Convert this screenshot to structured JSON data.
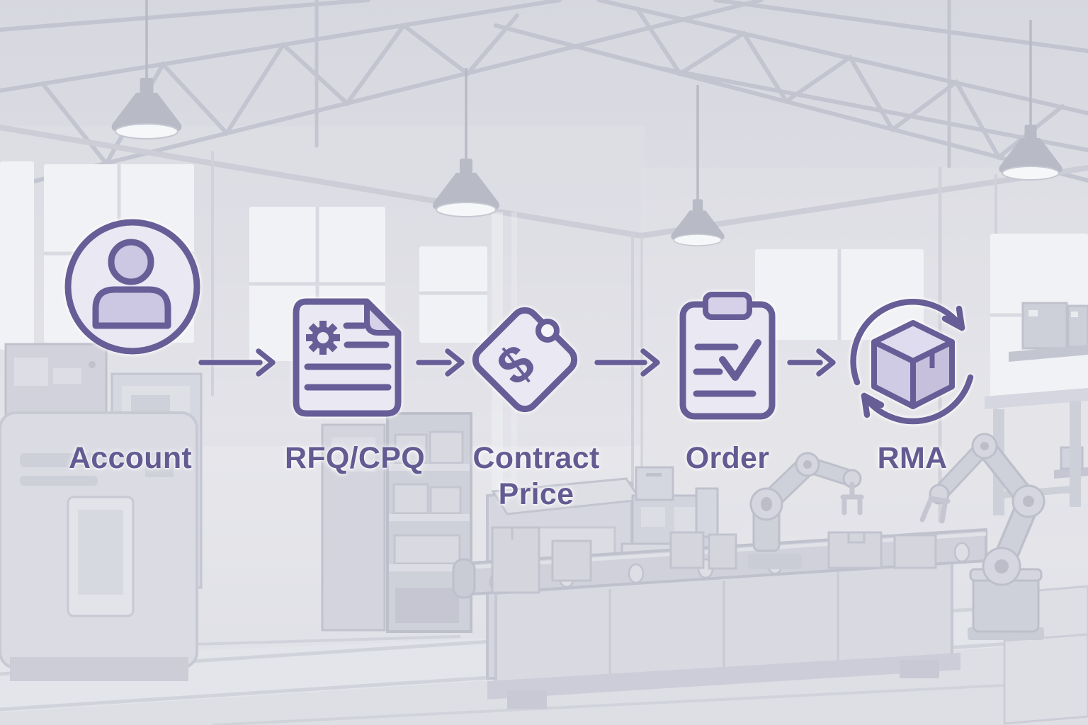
{
  "flow": {
    "steps": [
      {
        "label": "Account",
        "icon": "user-circle-icon"
      },
      {
        "label": "RFQ/CPQ",
        "icon": "document-gear-icon"
      },
      {
        "label": "Contract Price",
        "icon": "price-tag-icon",
        "symbol": "$"
      },
      {
        "label": "Order",
        "icon": "clipboard-check-icon"
      },
      {
        "label": "RMA",
        "icon": "box-return-cycle-icon"
      }
    ],
    "connector": "right-arrow"
  },
  "colors": {
    "accent_stroke": "#675e97",
    "accent_text": "#635b92",
    "icon_fill_light": "#eae8f3",
    "icon_fill_mid": "#ccc7e2",
    "scene_line": "#b4b6c5",
    "scene_fill": "#cdcfda",
    "window_fill": "#f1f2f5",
    "background": "#dcdde4"
  },
  "scene": {
    "description": "faded factory interior with ceiling trusses, four pendant lamps, wall windows, CNC machines, storage shelves with boxes, a conveyor belt carrying boxes, and two robotic arms"
  }
}
